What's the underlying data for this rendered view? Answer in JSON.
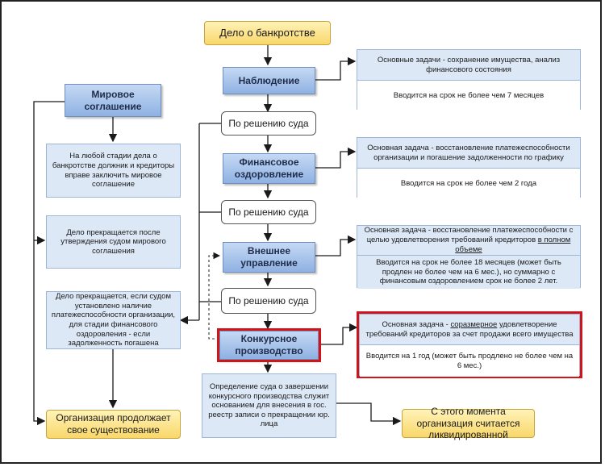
{
  "nodes": {
    "case": "Дело о банкротстве",
    "observation": "Наблюдение",
    "by_court_1": "По решению суда",
    "fin_recovery": "Финансовое оздоровление",
    "by_court_2": "По решению суда",
    "external": "Внешнее управление",
    "by_court_3": "По решению суда",
    "bankruptcy": "Конкурсное производство",
    "court_ruling": "Определение суда о завершении конкурсного производства служит основанием для внесения в гос. реестр записи о прекращении юр. лица",
    "liquidated": "С этого момента организация считается ликвидированной",
    "settlement": "Мировое соглашение",
    "settle_any_stage": "На любой стадии дела о банкротстве должник и кредиторы вправе заключить мировое соглашение",
    "settle_stop": "Дело прекращается после утверждения судом мирового соглашения",
    "recovery_stop": "Дело прекращается, если судом установлено наличие платежеспособности организации, для стадии финансового оздоровления - если задолженность погашена",
    "continues": "Организация продолжает свое существование"
  },
  "panels": {
    "p1_top": "Основные задачи - сохранение имущества, анализ финансового состояния",
    "p1_bottom": "Вводится на срок не более чем 7 месяцев",
    "p2_top": "Основная задача - восстановление платежеспособности организации и погашение задолженности по графику",
    "p2_bottom": "Вводится на срок не более чем 2 года",
    "p3_top_a": "Основная задача - восстановление платежеспособности с целью удовлетворения требований кредиторов ",
    "p3_top_u": "в полном объеме",
    "p3_bottom": "Вводится на срок не более 18 месяцев (может быть продлен не более чем на 6 мес.), но суммарно с финансовым оздоровлением срок не более 2 лет.",
    "p4_top_a": "Основная задача - ",
    "p4_top_u": "соразмерное",
    "p4_top_b": " удовлетворение требований кредиторов за счет продажи всего имущества",
    "p4_bottom": "Вводится на 1 год (может быть продлено не более чем на 6 мес.)"
  },
  "colors": {
    "highlight": "#d1131a",
    "node_blue": "#8fb1e2",
    "node_yellow": "#f9d76a"
  }
}
